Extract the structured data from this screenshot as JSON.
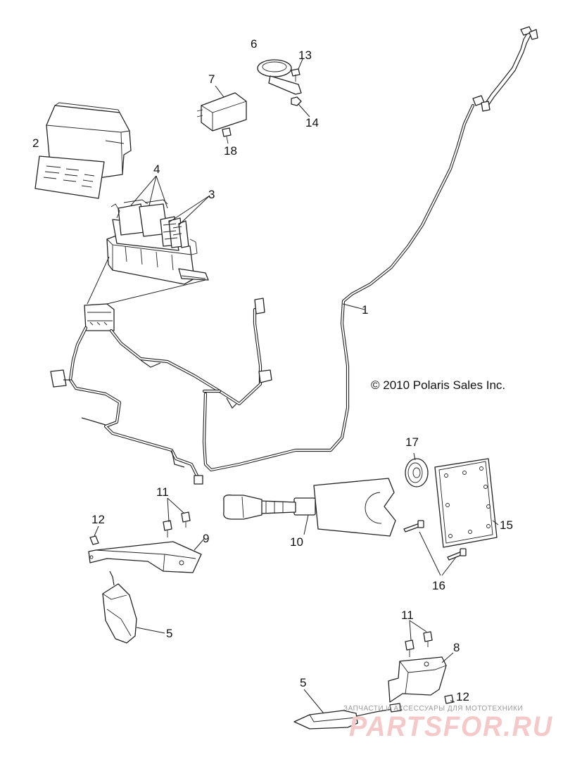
{
  "copyright": "© 2010 Polaris Sales Inc.",
  "watermark": {
    "tagline": "ЗАПЧАСТИ И АКСЕССУАРЫ ДЛЯ МОТОТЕХНИКИ",
    "brand": "PARTSFOR.RU",
    "color": "#f4c9c9"
  },
  "callouts": {
    "c1": "1",
    "c2": "2",
    "c3": "3",
    "c4": "4",
    "c5a": "5",
    "c5b": "5",
    "c6": "6",
    "c7": "7",
    "c8": "8",
    "c9": "9",
    "c10": "10",
    "c11a": "11",
    "c11b": "11",
    "c12a": "12",
    "c12b": "12",
    "c13": "13",
    "c14": "14",
    "c15": "15",
    "c16": "16",
    "c17": "17",
    "c18": "18"
  }
}
